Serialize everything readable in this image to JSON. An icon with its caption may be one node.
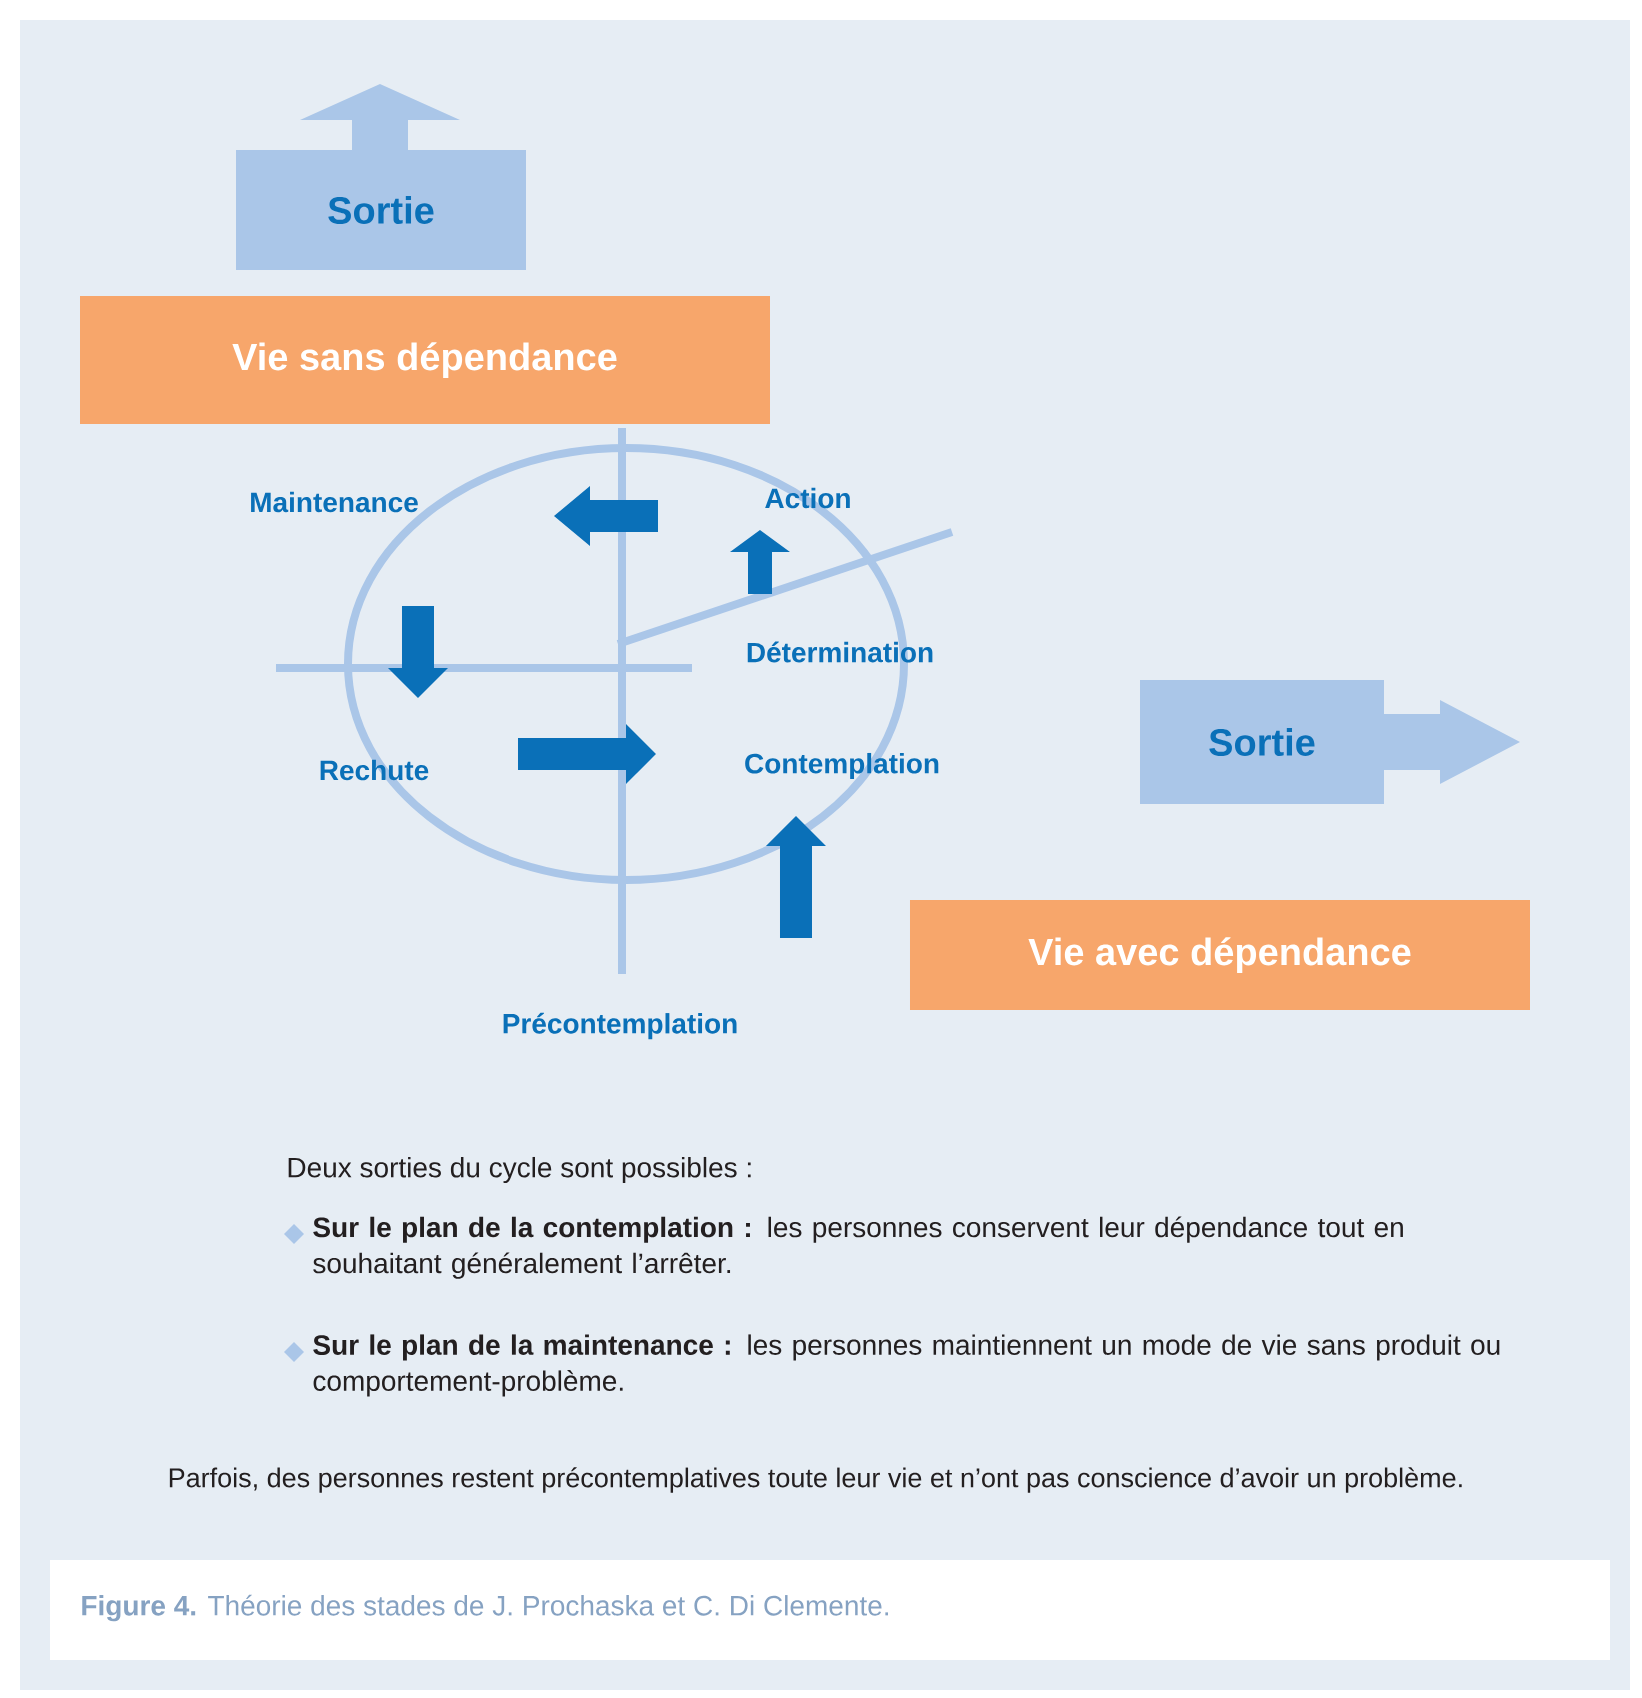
{
  "diagram": {
    "caption": "**Figure 4.** Théorie des stades de J. Prochaska et C. Di Clemente.",
    "nodes": [
      {
        "text": [
          "Sortie"
        ]
      },
      {
        "text": [
          "Vie sans dépendance"
        ]
      },
      {
        "text": [
          "Sortie"
        ]
      },
      {
        "text": [
          "Vie avec dépendance"
        ]
      }
    ],
    "labels": [
      "Maintenance",
      "Action",
      "Détermination",
      "Rechute",
      "Contemplation",
      "Précontemplation",
      "Deux sorties du cycle sont possibles :",
      "**Sur le plan de la contemplation :** les personnes conservent leur dépendance tout en souhaitant généralement l’arrêter.",
      "**Sur le plan de la maintenance :** les personnes maintiennent un mode de vie sans produit ou comportement-problème.",
      "Parfois, des personnes restent précontemplatives toute leur vie et n’ont pas conscience d’avoir un problème."
    ]
  }
}
